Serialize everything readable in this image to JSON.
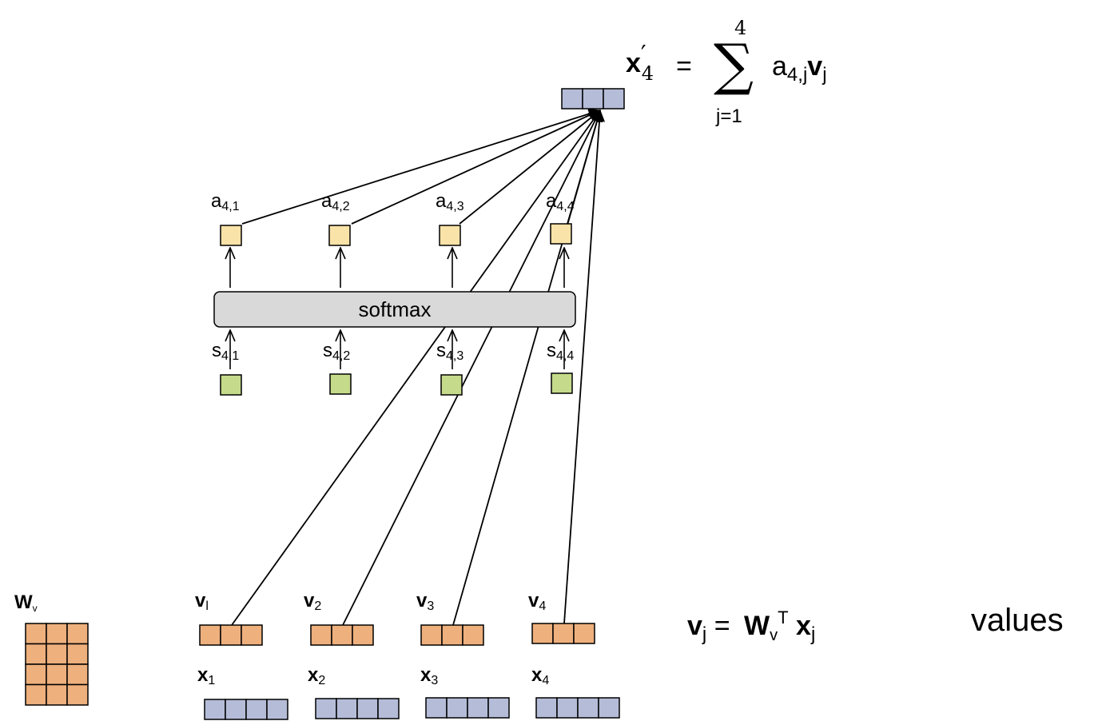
{
  "output_formula": {
    "lhs_var": "x",
    "lhs_prime": "′",
    "lhs_index": "4",
    "equals": "=",
    "sum_symbol": "∑",
    "sum_upper": "4",
    "sum_lower": "j=1",
    "term_a": "a",
    "term_a_index": "4,j",
    "term_v": "v",
    "term_v_index": "j"
  },
  "attention_weights": [
    {
      "base": "a",
      "index": "4,1"
    },
    {
      "base": "a",
      "index": "4,2"
    },
    {
      "base": "a",
      "index": "4,3"
    },
    {
      "base": "a",
      "index": "4,4"
    }
  ],
  "softmax": {
    "label": "softmax"
  },
  "scores": [
    {
      "base": "s",
      "index": "4,1"
    },
    {
      "base": "s",
      "index": "4,2"
    },
    {
      "base": "s",
      "index": "4,3"
    },
    {
      "base": "s",
      "index": "4,4"
    }
  ],
  "weight_matrix": {
    "base": "W",
    "index": "v"
  },
  "value_vectors": [
    {
      "base": "v",
      "index": "l"
    },
    {
      "base": "v",
      "index": "2"
    },
    {
      "base": "v",
      "index": "3"
    },
    {
      "base": "v",
      "index": "4"
    }
  ],
  "input_vectors": [
    {
      "base": "x",
      "index": "1"
    },
    {
      "base": "x",
      "index": "2"
    },
    {
      "base": "x",
      "index": "3"
    },
    {
      "base": "x",
      "index": "4"
    }
  ],
  "value_formula": {
    "lhs": "v",
    "lhs_index": "j",
    "equals": "=",
    "matrix": "W",
    "matrix_index": "v",
    "transpose": "T",
    "vec": "x",
    "vec_index": "j"
  },
  "caption": "values",
  "colors": {
    "output_vector": "#b4bcd8",
    "attention_weight": "#fae3a8",
    "score": "#c5db8b",
    "value_vector": "#eeb07d",
    "input_vector": "#b4bcd8",
    "softmax_box": "#d9d9d9",
    "stroke": "#000000"
  }
}
